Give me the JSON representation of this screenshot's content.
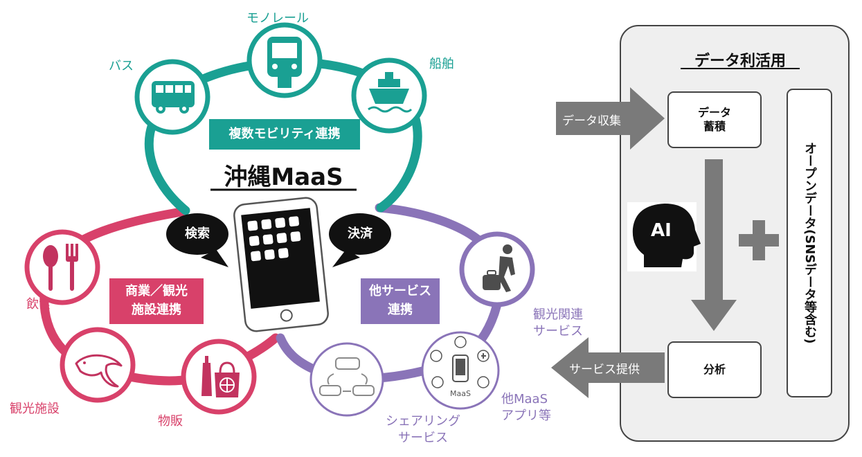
{
  "title": "沖縄MaaS",
  "teal_circle": {
    "label": "複数モビリティ連携",
    "nodes": [
      {
        "name": "バス",
        "icon": "bus-icon"
      },
      {
        "name": "モノレール",
        "icon": "monorail-icon"
      },
      {
        "name": "船舶",
        "icon": "ship-icon"
      }
    ]
  },
  "pink_circle": {
    "label_line1": "商業／観光",
    "label_line2": "施設連携",
    "nodes": [
      {
        "name": "飲食",
        "icon": "dining-icon"
      },
      {
        "name": "観光施設",
        "icon": "dolphin-icon"
      },
      {
        "name": "物販",
        "icon": "shopping-icon"
      }
    ]
  },
  "purple_circle": {
    "label_line1": "他サービス",
    "label_line2": "連携",
    "nodes": [
      {
        "name_line1": "観光関連",
        "name_line2": "サービス",
        "icon": "traveler-icon"
      },
      {
        "name_line1": "他MaaS",
        "name_line2": "アプリ等",
        "icon": "maas-app-icon",
        "inner_text": "MaaS"
      },
      {
        "name_line1": "シェアリング",
        "name_line2": "サービス",
        "icon": "car-sharing-icon"
      }
    ]
  },
  "bubbles": {
    "search": "検索",
    "payment": "決済"
  },
  "data_panel": {
    "title": "データ利活用",
    "collect_arrow": "データ収集",
    "storage_line1": "データ",
    "storage_line2": "蓄積",
    "ai_label": "AI",
    "analysis": "分析",
    "open_data": "オープンデータ(SNSデータ等含む)",
    "service_arrow": "サービス提供"
  },
  "colors": {
    "teal": "#1aa093",
    "pink": "#d8416a",
    "purple": "#8a74b8",
    "gray_arrow": "#7a7a7a",
    "panel_bg": "#efefef"
  }
}
